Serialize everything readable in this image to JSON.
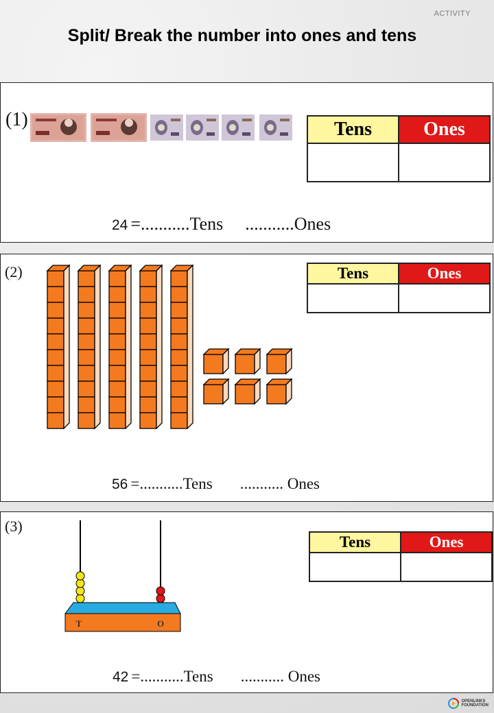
{
  "header": {
    "tag": "ACTIVITY",
    "title": "Split/ Break the number into ones and tens"
  },
  "table_headers": {
    "tens": "Tens",
    "ones": "Ones"
  },
  "questions": [
    {
      "label": "(1)",
      "number": "24",
      "eq_eq": "=",
      "eq_tens": "...........Tens",
      "eq_ones": "...........Ones",
      "notes": {
        "ten_rupee_notes": 2,
        "one_rupee_notes": 4
      }
    },
    {
      "label": "(2)",
      "number": "56",
      "eq_eq": "=",
      "eq_tens": "...........Tens",
      "eq_ones": "........... Ones",
      "blocks": {
        "tens_rods": 5,
        "unit_cubes": 6
      }
    },
    {
      "label": "(3)",
      "number": "42",
      "eq_eq": "=",
      "eq_tens": "...........Tens",
      "eq_ones": "........... Ones",
      "abacus": {
        "tens_beads": 4,
        "ones_beads": 2,
        "tens_label": "T",
        "ones_label": "O"
      }
    }
  ],
  "footer": {
    "logo_line1": "OPENLINKS",
    "logo_line2": "FOUNDATION"
  },
  "colors": {
    "tens_header": "#fff6a0",
    "ones_header": "#e01818",
    "block_orange": "#f47a1f",
    "abacus_top": "#29abe2",
    "bead_yellow": "#f5e51b",
    "bead_red": "#e01818"
  }
}
